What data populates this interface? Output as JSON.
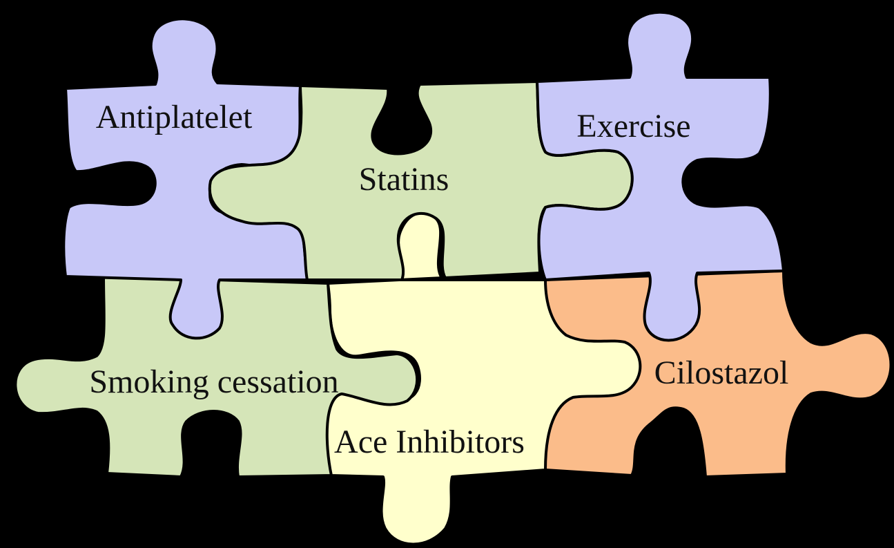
{
  "colors": {
    "background": "#000000",
    "lavender": "#C8C8F8",
    "green": "#D5E5B8",
    "cream": "#FFFFCC",
    "orange": "#FBBC8A"
  },
  "pieces": {
    "antiplatelet": {
      "label": "Antiplatelet",
      "color": "#C8C8F8"
    },
    "statins": {
      "label": "Statins",
      "color": "#D5E5B8"
    },
    "exercise": {
      "label": "Exercise",
      "color": "#C8C8F8"
    },
    "smoking": {
      "label": "Smoking cessation",
      "color": "#D5E5B8"
    },
    "ace": {
      "label": "Ace Inhibitors",
      "color": "#FFFFCC"
    },
    "cilostazol": {
      "label": "Cilostazol",
      "color": "#FBBC8A"
    }
  }
}
